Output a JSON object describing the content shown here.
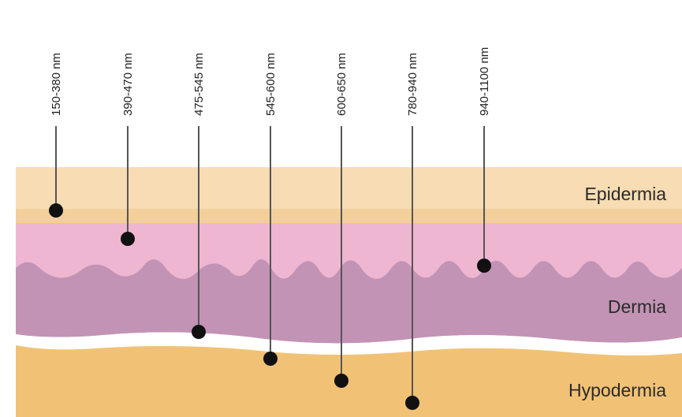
{
  "layers": [
    {
      "id": "epidermis",
      "label": "Epidermia",
      "color": "#f7dcb4"
    },
    {
      "id": "dermis",
      "label": "Dermia",
      "color": "#c293b5"
    },
    {
      "id": "hypodermis",
      "label": "Hypodermia",
      "color": "#f1c276"
    }
  ],
  "wavelengths": [
    {
      "label": "150-380 nm"
    },
    {
      "label": "390-470 nm"
    },
    {
      "label": "475-545 nm"
    },
    {
      "label": "545-600 nm"
    },
    {
      "label": "600-650 nm"
    },
    {
      "label": "780-940 nm"
    },
    {
      "label": "940-1100 nm"
    }
  ],
  "colors": {
    "epidermis_lower": "#f2cf9b",
    "papillary_dermis": "#eeb6d1",
    "line": "#555555",
    "marker": "#111111"
  }
}
